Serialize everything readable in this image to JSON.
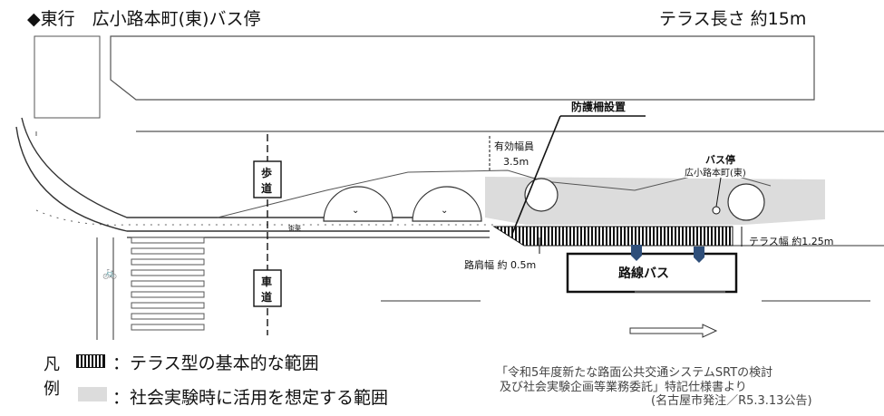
{
  "header": {
    "title": "◆東行　広小路本町(東)バス停",
    "terrace_length": "テラス長さ 約15m"
  },
  "diagram": {
    "fence_label": "防護柵設置",
    "effective_width_label": "有効幅員",
    "effective_width_value": "3.5m",
    "bus_stop_label": "バス停",
    "bus_stop_name": "広小路本町(東)",
    "terrace_width": "テラス幅 約1.25m",
    "shoulder_width": "路肩幅 約 0.5m",
    "route_bus": "路線バス",
    "sidewalk": [
      "歩",
      "道"
    ],
    "roadway": [
      "車",
      "道"
    ],
    "curb_small_label": "街渠"
  },
  "legend": {
    "kanji": [
      "凡",
      "例"
    ],
    "items": [
      {
        "text": "：テラス型の基本的な範囲"
      },
      {
        "text": "：社会実験時に活用を想定する範囲"
      }
    ]
  },
  "source": {
    "line1": "「令和5年度新たな路面公共交通システムSRTの検討",
    "line2": "及び社会実験企画等業務委託」特記仕様書より",
    "line3": "(名古屋市発注／R5.3.13公告)"
  },
  "colors": {
    "extended_area": "#dcdcdc",
    "terrace_hatch": "#111111",
    "bus_sign": "#2f4f7a"
  }
}
